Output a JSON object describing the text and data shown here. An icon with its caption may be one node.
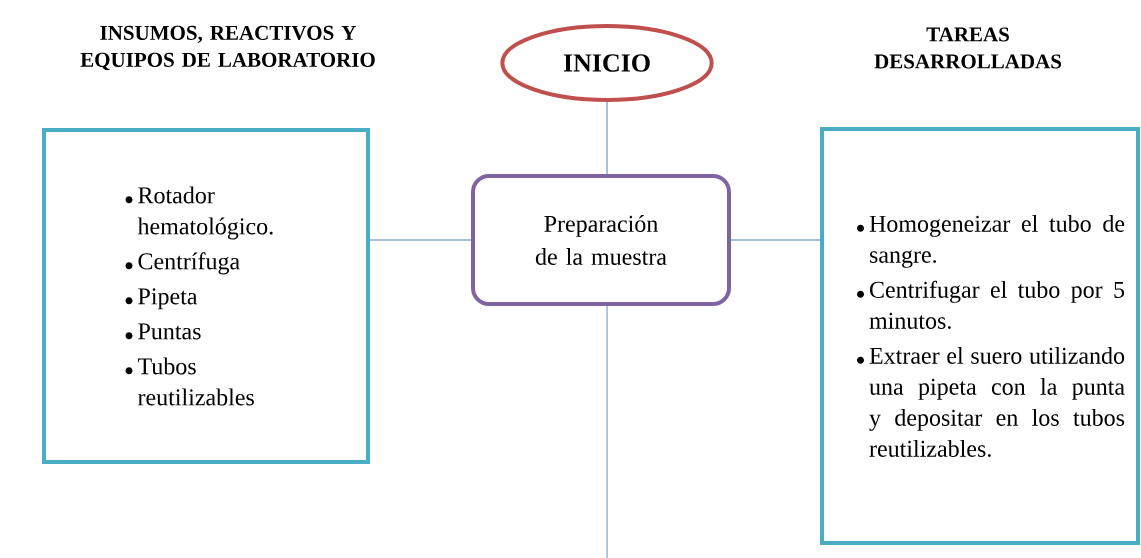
{
  "diagram": {
    "nodes": [
      {
        "text": [
          "INICIO"
        ]
      },
      {
        "text": [
          "Preparación de la muestra"
        ]
      },
      {
        "text": [
          "INSUMOS, REACTIVOS Y EQUIPOS DE LABORATORIO",
          "Rotador hematológico.",
          "Centrífuga",
          "Pipeta",
          "Puntas",
          "Tubos reutilizables"
        ]
      },
      {
        "text": [
          "TAREAS DESARROLLADAS",
          "Homogeneizar el tubo de sangre.",
          "Centrifugar el tubo por 5 minutos.",
          "Extraer el suero utilizando una pipeta con la punta y depositar en los tubos reutilizables."
        ]
      }
    ],
    "edges": [
      {
        "from": 0,
        "to": 1,
        "arrow": "none"
      },
      {
        "from": 2,
        "to": 1,
        "arrow": "none"
      },
      {
        "from": 1,
        "to": 3,
        "arrow": "none"
      },
      {
        "from": 1,
        "to": null,
        "arrow": "none"
      }
    ]
  }
}
